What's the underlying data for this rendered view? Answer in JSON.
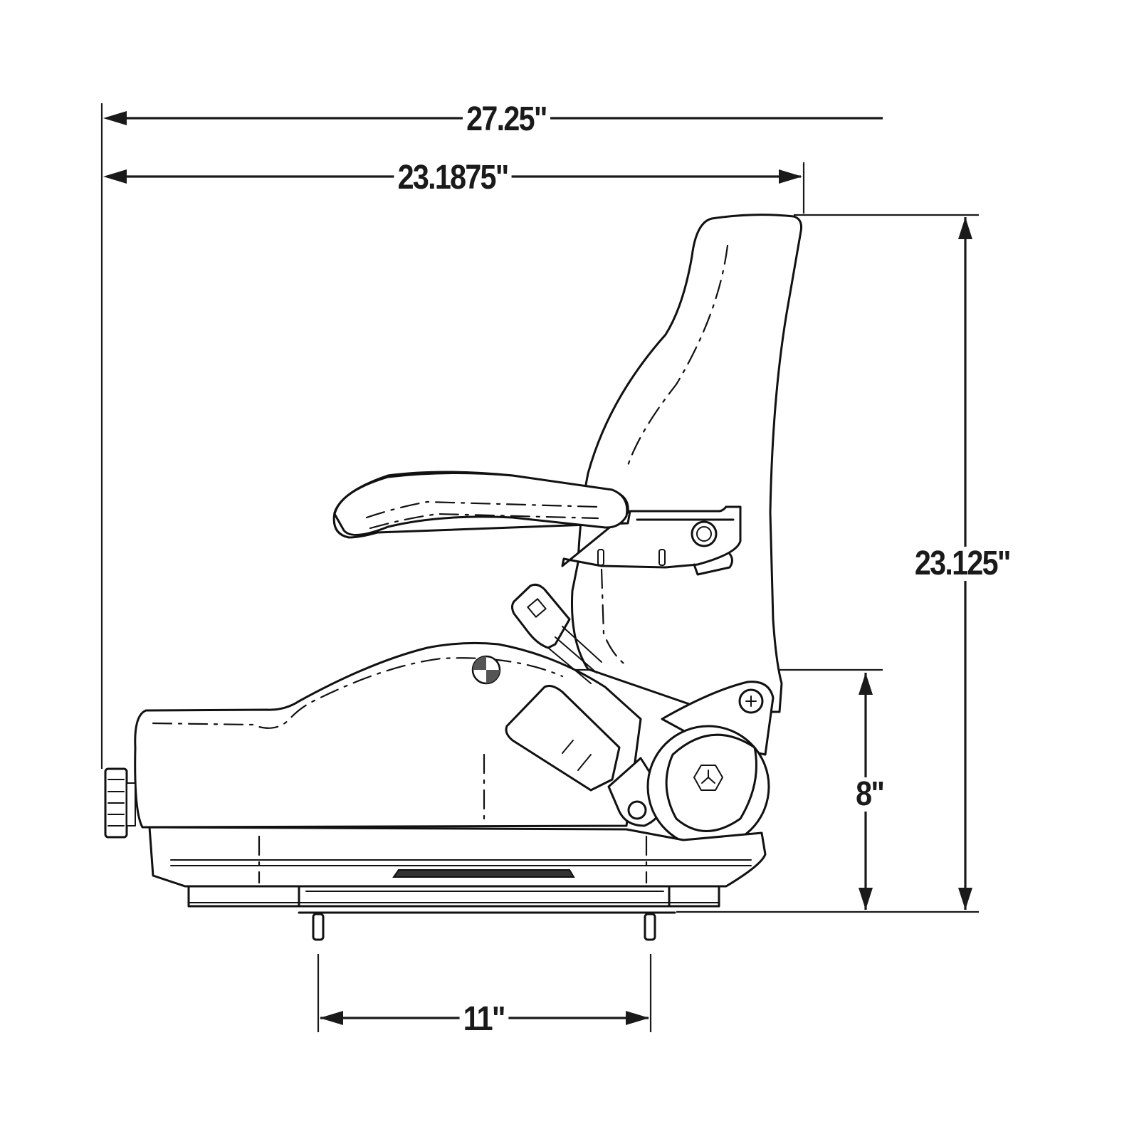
{
  "dimensions": {
    "overall_width": {
      "label": "27.25\"",
      "value_in": 27.25,
      "orientation": "horizontal"
    },
    "base_to_back_width": {
      "label": "23.1875\"",
      "value_in": 23.1875,
      "orientation": "horizontal"
    },
    "overall_height": {
      "label": "23.125\"",
      "value_in": 23.125,
      "orientation": "vertical"
    },
    "sip_height": {
      "label": "8\"",
      "value_in": 8,
      "orientation": "vertical"
    },
    "mounting_bolt_spacing": {
      "label": "11\"",
      "value_in": 11,
      "orientation": "horizontal"
    }
  },
  "components": [
    "backrest",
    "armrest",
    "seat-cushion",
    "recline-knob",
    "seat-belt-retractor",
    "suspension-base",
    "slide-rails",
    "mounting-studs",
    "hip-point-marker",
    "adjustment-knob"
  ],
  "colors": {
    "line": "#1a1a1a",
    "background": "#ffffff"
  }
}
